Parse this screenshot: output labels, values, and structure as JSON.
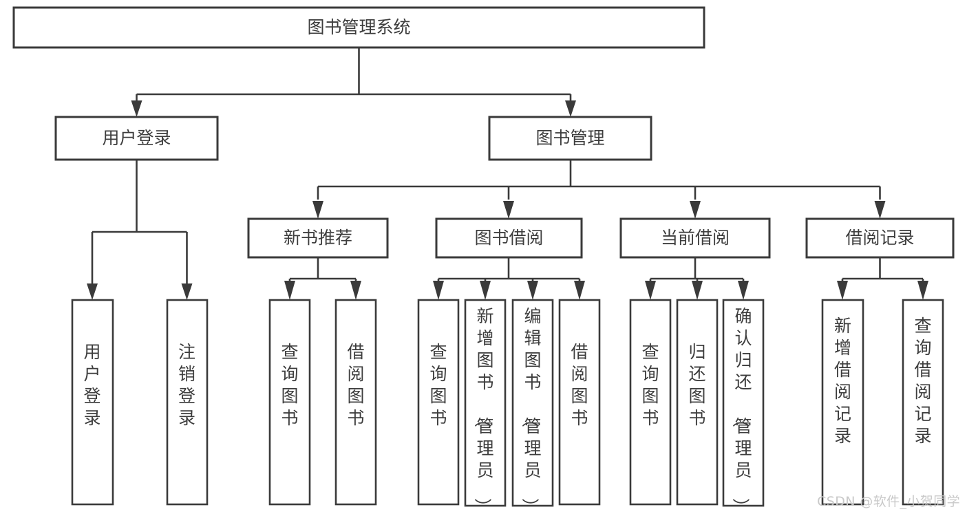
{
  "diagram": {
    "title": "图书管理系统",
    "type": "hierarchy-tree",
    "colors": {
      "box_stroke": "#3a3a3a",
      "box_fill": "#ffffff",
      "text": "#3d3d3d",
      "connector": "#3a3a3a",
      "watermark": "#c9c9c9",
      "background": "#ffffff"
    },
    "root": {
      "id": "root",
      "label": "图书管理系统"
    },
    "level2": [
      {
        "id": "user-login",
        "label": "用户登录"
      },
      {
        "id": "book-management",
        "label": "图书管理"
      }
    ],
    "level3": [
      {
        "id": "new-book-recommend",
        "label": "新书推荐",
        "parent": "book-management"
      },
      {
        "id": "book-borrow",
        "label": "图书借阅",
        "parent": "book-management"
      },
      {
        "id": "current-borrow",
        "label": "当前借阅",
        "parent": "book-management"
      },
      {
        "id": "borrow-record",
        "label": "借阅记录",
        "parent": "book-management"
      }
    ],
    "leaves": [
      {
        "id": "leaf-user-login",
        "label": "用户登录",
        "parent": "user-login"
      },
      {
        "id": "leaf-user-logout",
        "label": "注销登录",
        "parent": "user-login"
      },
      {
        "id": "leaf-query-book-1",
        "label": "查询图书",
        "parent": "new-book-recommend"
      },
      {
        "id": "leaf-borrow-book-1",
        "label": "借阅图书",
        "parent": "new-book-recommend"
      },
      {
        "id": "leaf-query-book-2",
        "label": "查询图书",
        "parent": "book-borrow"
      },
      {
        "id": "leaf-add-book",
        "label": "新增图书（管理员）",
        "parent": "book-borrow"
      },
      {
        "id": "leaf-edit-book",
        "label": "编辑图书（管理员）",
        "parent": "book-borrow"
      },
      {
        "id": "leaf-borrow-book-2",
        "label": "借阅图书",
        "parent": "book-borrow"
      },
      {
        "id": "leaf-query-book-3",
        "label": "查询图书",
        "parent": "current-borrow"
      },
      {
        "id": "leaf-return-book",
        "label": "归还图书",
        "parent": "current-borrow"
      },
      {
        "id": "leaf-confirm-return",
        "label": "确认归还（管理员）",
        "parent": "current-borrow"
      },
      {
        "id": "leaf-add-record",
        "label": "新增借阅记录",
        "parent": "borrow-record"
      },
      {
        "id": "leaf-query-record",
        "label": "查询借阅记录",
        "parent": "borrow-record"
      }
    ],
    "watermark": "CSDN @软件_小贺同学"
  }
}
